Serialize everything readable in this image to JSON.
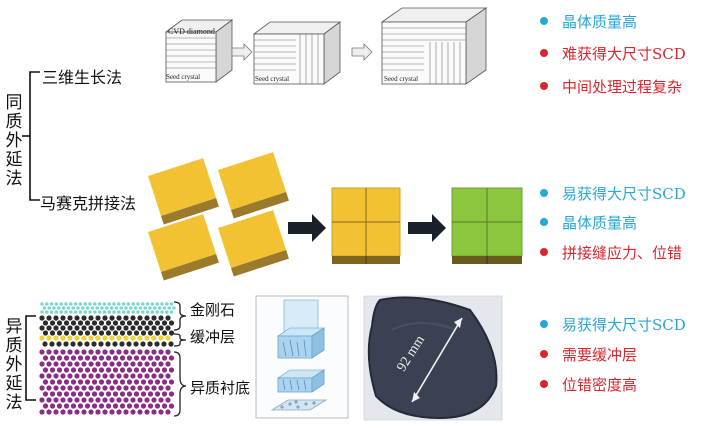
{
  "colors": {
    "good": "#2aa6d6",
    "bad": "#d9262e",
    "gold": "#f2c233",
    "gold_side": "#9b7a2c",
    "green": "#8cc63f"
  },
  "homo": {
    "label": "同质外延法",
    "methods": [
      {
        "label": "三维生长法",
        "bullets": [
          {
            "text": "晶体质量高",
            "type": "good"
          },
          {
            "text": "难获得大尺寸SCD",
            "type": "bad"
          },
          {
            "text": "中间处理过程复杂",
            "type": "bad"
          }
        ]
      },
      {
        "label": "马赛克拼接法",
        "bullets": [
          {
            "text": "易获得大尺寸SCD",
            "type": "good"
          },
          {
            "text": "晶体质量高",
            "type": "good"
          },
          {
            "text": "拼接缝应力、位错",
            "type": "bad"
          }
        ]
      }
    ],
    "diagram_labels": {
      "cvd": "CVD diamond",
      "seed1": "Seed crystal",
      "seed2": "Seed crystal",
      "seed3": "Seed crystal"
    }
  },
  "hetero": {
    "label": "异质外延法",
    "layers": [
      "金刚石",
      "缓冲层",
      "异质衬底"
    ],
    "bullets": [
      {
        "text": "易获得大尺寸SCD",
        "type": "good"
      },
      {
        "text": "需要缓冲层",
        "type": "bad"
      },
      {
        "text": "位错密度高",
        "type": "bad"
      }
    ],
    "wafer_label": "92 mm"
  }
}
